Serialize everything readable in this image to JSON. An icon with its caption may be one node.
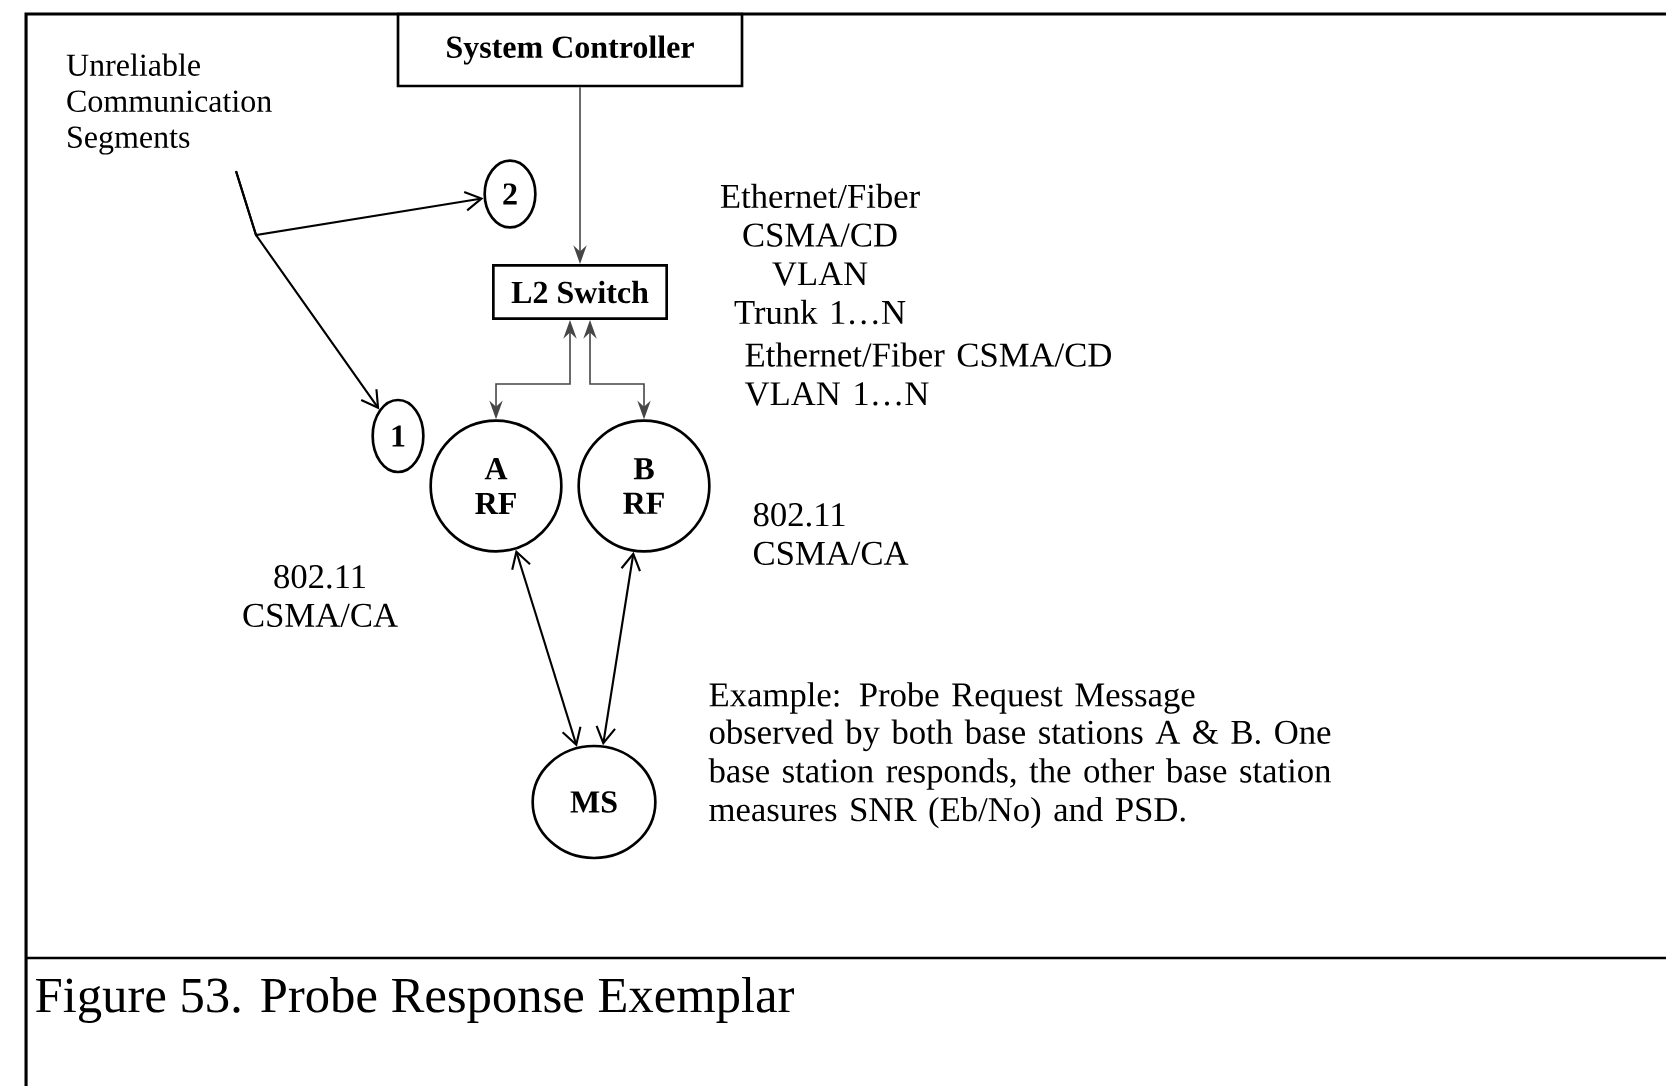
{
  "diagram": {
    "caption": "Figure 53. Probe Response Exemplar",
    "nodes": [
      {
        "text": [
          "Unreliable Communication Segments"
        ]
      },
      {
        "text": [
          "System Controller"
        ]
      },
      {
        "text": [
          "2"
        ]
      },
      {
        "text": [
          "L2 Switch"
        ]
      },
      {
        "text": [
          "1"
        ]
      },
      {
        "text": [
          "A RF"
        ]
      },
      {
        "text": [
          "B RF"
        ]
      },
      {
        "text": [
          "MS"
        ]
      }
    ],
    "edges": [
      {
        "from": 1,
        "to": 3,
        "arrow": "to"
      },
      {
        "from": 0,
        "to": 2,
        "arrow": "to"
      },
      {
        "from": 0,
        "to": 4,
        "arrow": "to"
      },
      {
        "from": 3,
        "to": 5,
        "arrow": "both"
      },
      {
        "from": 3,
        "to": 6,
        "arrow": "both"
      },
      {
        "from": 7,
        "to": 5,
        "arrow": "both"
      },
      {
        "from": 7,
        "to": 6,
        "arrow": "both"
      }
    ],
    "labels": [
      "Ethernet/Fiber CSMA/CD VLAN Trunk 1…N",
      "Ethernet/Fiber CSMA/CD VLAN 1…N",
      "802.11 CSMA/CA",
      "802.11 CSMA/CA",
      "Example: Probe Request Message",
      "observed by both base stations A & B. One base station responds, the other base station measures SNR (Eb/No) and PSD."
    ]
  }
}
